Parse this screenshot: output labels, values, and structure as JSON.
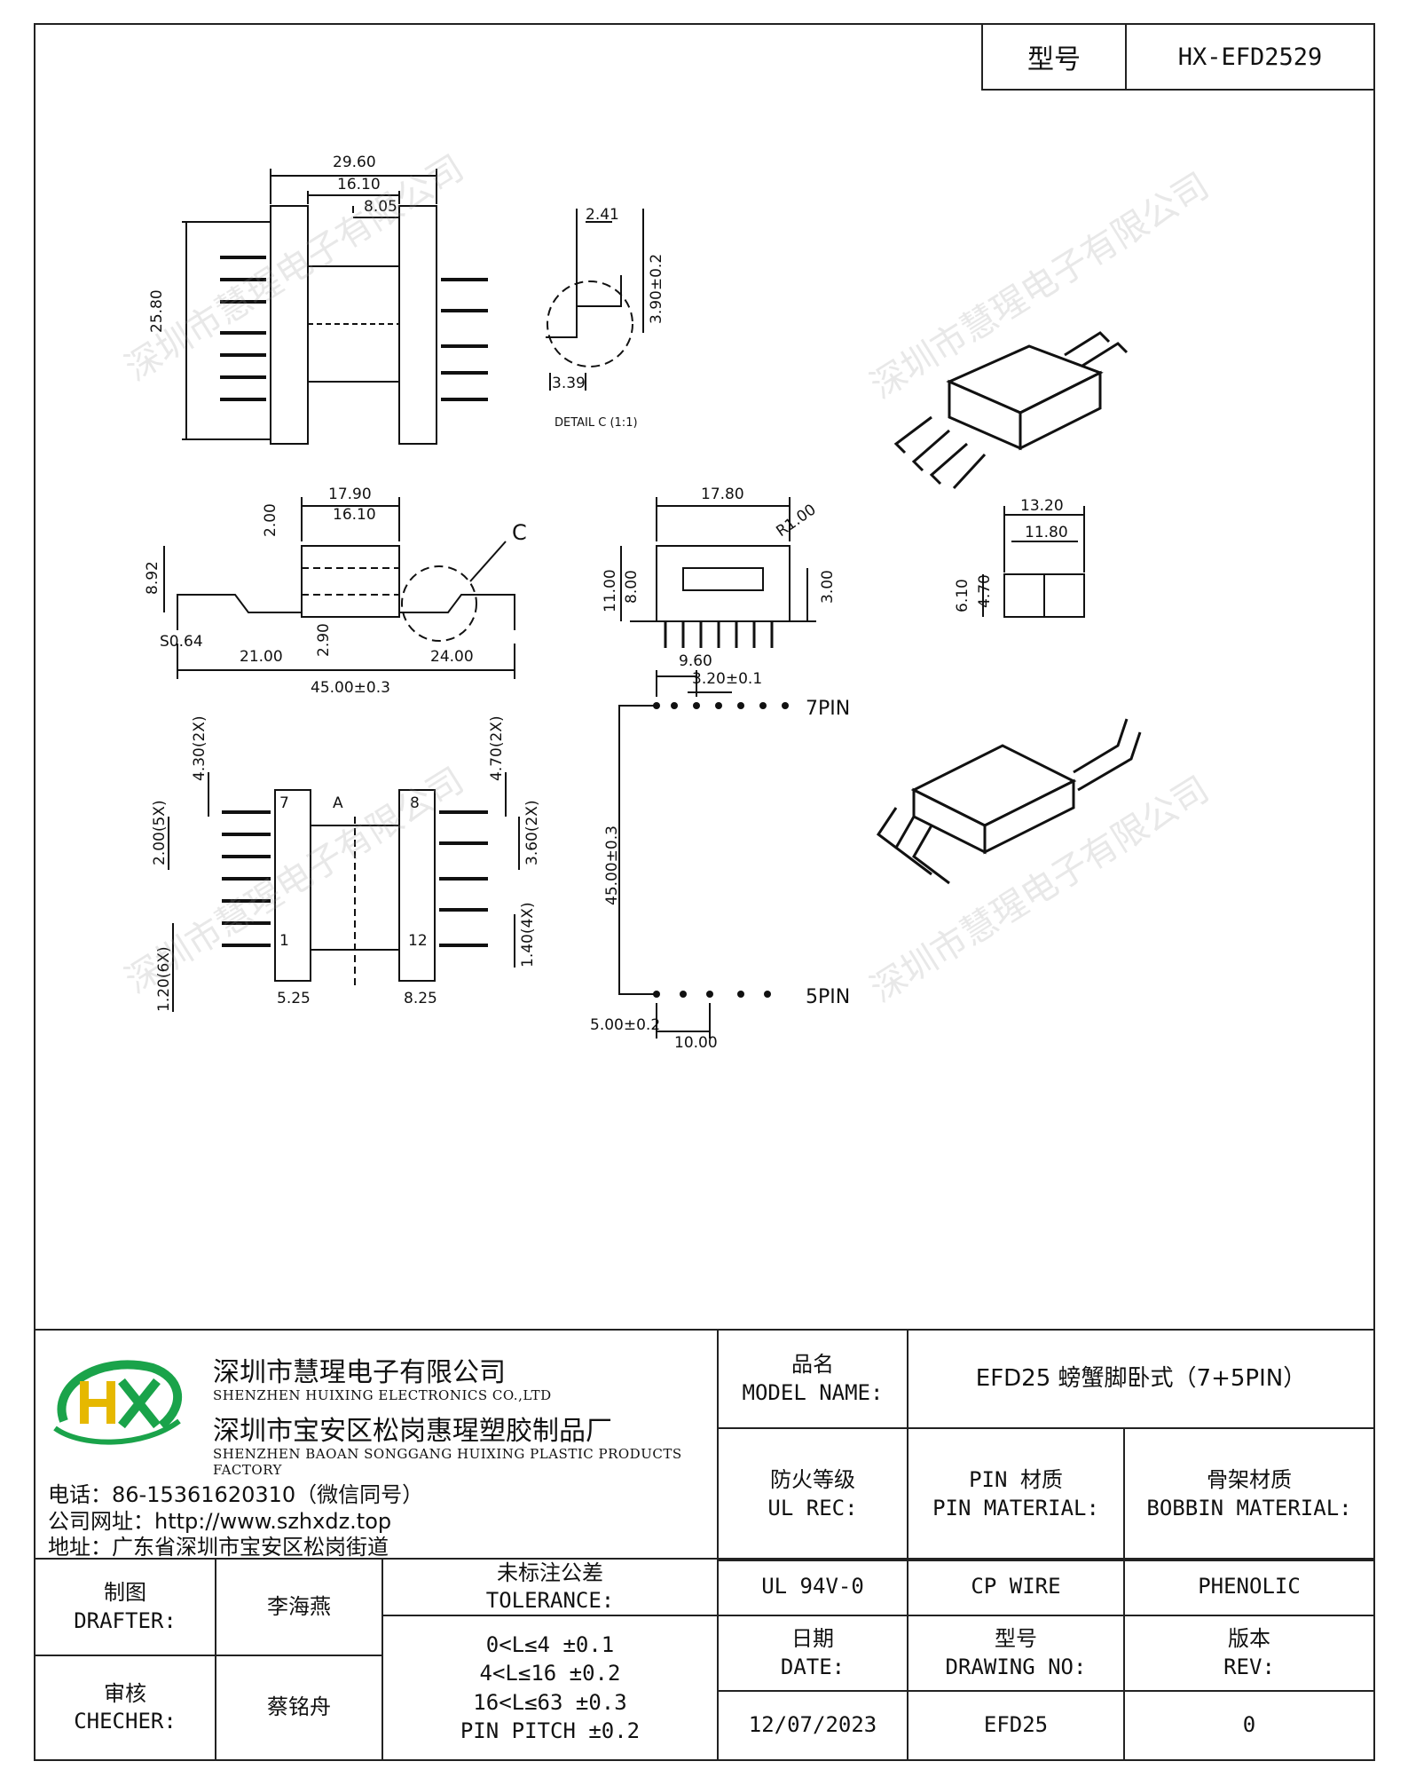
{
  "header": {
    "model_label": "型号",
    "model_value": "HX-EFD2529"
  },
  "drawing": {
    "top_view": {
      "d1": "29.60",
      "d2": "16.10",
      "d3": "8.05",
      "d4": "25.80"
    },
    "detail_c": {
      "d1": "2.41",
      "d2": "3.90±0.2",
      "d3": "3.39",
      "caption": "DETAIL C (1:1)"
    },
    "side_view": {
      "d1": "17.90",
      "d2": "16.10",
      "d3": "2.00",
      "d4": "8.92",
      "d5": "S0.64",
      "d6": "21.00",
      "d7": "2.90",
      "d8": "24.00",
      "d9": "45.00±0.3",
      "callout": "C"
    },
    "front_view": {
      "d1": "17.80",
      "d2": "R1.00",
      "d3": "11.00",
      "d4": "8.00",
      "d5": "3.00"
    },
    "end_view": {
      "d1": "13.20",
      "d2": "11.80",
      "d3": "6.10",
      "d4": "4.70"
    },
    "bottom_view": {
      "d1": "4.30(2X)",
      "d2": "2.00(5X)",
      "d3": "4.70(2X)",
      "d4": "3.60(2X)",
      "d5": "1.40(4X)",
      "d6": "1.20(6X)",
      "d7": "5.25",
      "d8": "8.25",
      "pin1": "1",
      "pin7": "7",
      "pin8": "8",
      "pin12": "12",
      "sec": "A"
    },
    "pin_layout": {
      "d1": "9.60",
      "d2": "3.20±0.1",
      "d3": "45.00±0.3",
      "d4": "5.00±0.2",
      "d5": "10.00",
      "label_top": "7PIN",
      "label_bottom": "5PIN"
    }
  },
  "watermark": "深圳市慧瑆电子有限公司",
  "company": {
    "name_cn": "深圳市慧瑆电子有限公司",
    "name_en": "SHENZHEN HUIXING ELECTRONICS CO.,LTD",
    "factory_cn": "深圳市宝安区松岗惠瑆塑胶制品厂",
    "factory_en": "SHENZHEN BAOAN SONGGANG HUIXING PLASTIC PRODUCTS FACTORY",
    "phone": "电话：86-15361620310（微信同号）",
    "website": "公司网址：http://www.szhxdz.top",
    "address": "地址：广东省深圳市宝安区松岗街道"
  },
  "title_block": {
    "model_name_cn": "品名",
    "model_name_en": "MODEL NAME:",
    "model_name_value": "EFD25 螃蟹脚卧式（7+5PIN）",
    "ul_cn": "防火等级",
    "ul_en": "UL REC:",
    "pin_cn": "PIN 材质",
    "pin_en": "PIN MATERIAL:",
    "bobbin_cn": "骨架材质",
    "bobbin_en": "BOBBIN MATERIAL:",
    "ul_value": "UL 94V-0",
    "pin_value": "CP WIRE",
    "bobbin_value": "PHENOLIC",
    "drafter_cn": "制图",
    "drafter_en": "DRAFTER:",
    "drafter_name": "李海燕",
    "checker_cn": "审核",
    "checker_en": "CHECHER:",
    "checker_name": "蔡铭舟",
    "tol_cn": "未标注公差",
    "tol_en": "TOLERANCE:",
    "tol_lines": [
      "0<L≤4   ±0.1",
      "4<L≤16  ±0.2",
      "16<L≤63  ±0.3",
      "PIN PITCH ±0.2"
    ],
    "date_cn": "日期",
    "date_en": "DATE:",
    "date_value": "12/07/2023",
    "dwg_cn": "型号",
    "dwg_en": "DRAWING NO:",
    "dwg_value": "EFD25",
    "rev_cn": "版本",
    "rev_en": "REV:",
    "rev_value": "0"
  }
}
